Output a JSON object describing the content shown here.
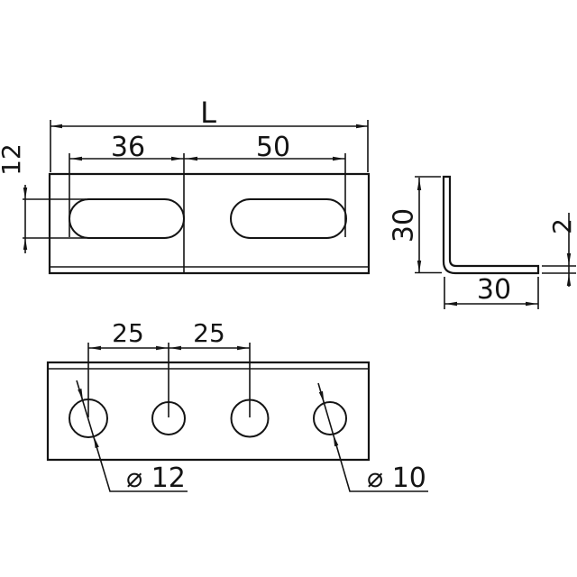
{
  "drawing": {
    "background_color": "#ffffff",
    "line_color": "#141414",
    "top_view": {
      "overall_length_label": "L",
      "slot_length": "36",
      "slot_spacing": "50",
      "slot_width": "12"
    },
    "profile_view": {
      "leg_height": "30",
      "leg_width": "30",
      "material_thickness": "2"
    },
    "front_view": {
      "hole_spacing_left": "25",
      "hole_spacing_right": "25",
      "hole_diameter_large": "⌀ 12",
      "hole_diameter_small": "⌀ 10"
    }
  }
}
